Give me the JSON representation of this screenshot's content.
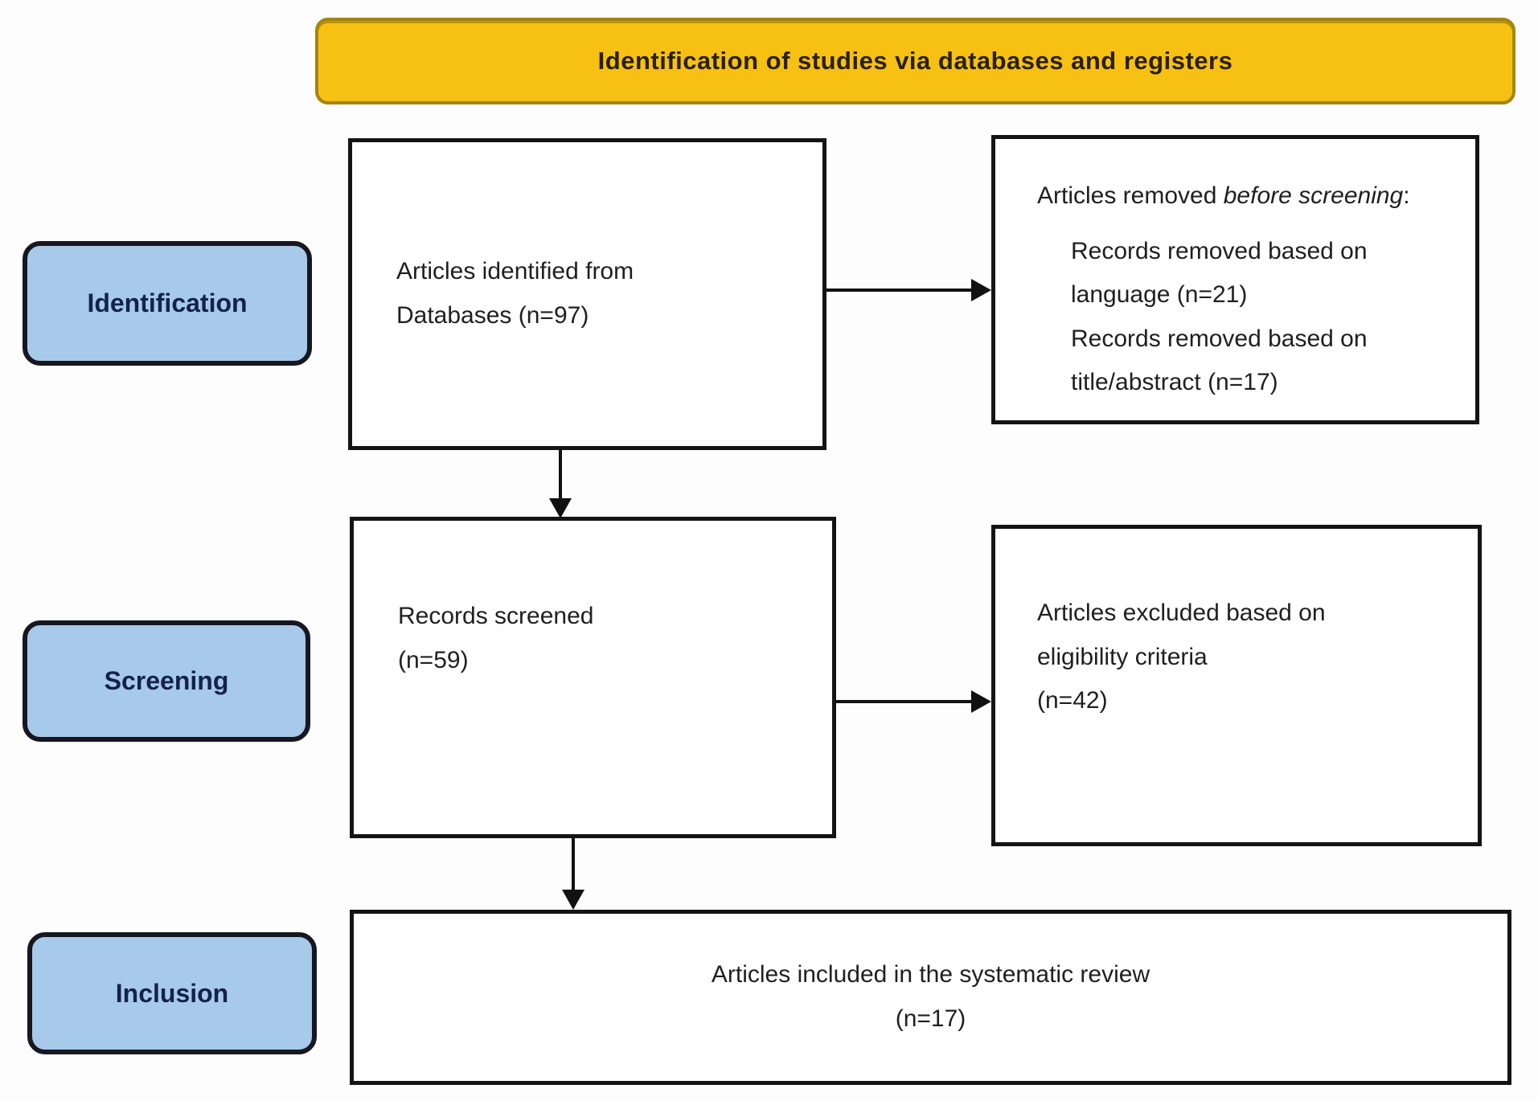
{
  "banner": {
    "label": "Identification of studies via databases and registers"
  },
  "stages": [
    {
      "label": "Identification"
    },
    {
      "label": "Screening"
    },
    {
      "label": "Inclusion"
    }
  ],
  "boxes": {
    "identified": {
      "line1": "Articles identified from",
      "line2": "Databases (n=97)"
    },
    "removed": {
      "lead_normal": "Articles removed ",
      "lead_italic": "before screening",
      "lead_suffix": ":",
      "items": [
        "Records removed based on language (n=21)",
        "Records removed based on title/abstract (n=17)"
      ]
    },
    "screened": {
      "line1": "Records screened",
      "line2": "(n=59)"
    },
    "excluded": {
      "line1": "Articles excluded based on",
      "line2": "eligibility criteria",
      "line3": "(n=42)"
    },
    "included": {
      "line1": "Articles included in the systematic review",
      "line2": "(n=17)"
    }
  },
  "colors": {
    "banner-bg": "#F6C112",
    "banner-border": "#A5840E",
    "banner-text": "#2A2007",
    "stage-bg": "#A7CAEB",
    "stage-border": "#17171F",
    "stage-text": "#14224A",
    "box-border": "#141414",
    "box-bg": "#FFFFFF",
    "text": "#1F1F1F",
    "arrow": "#111111"
  }
}
